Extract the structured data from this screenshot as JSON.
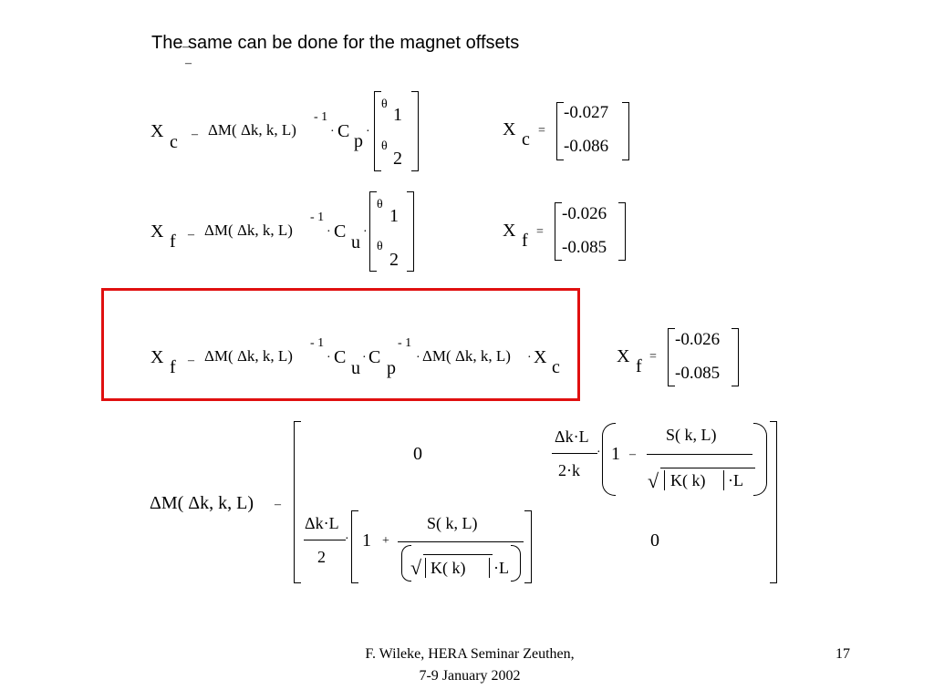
{
  "slide": {
    "heading": "The same can be done for the magnet offsets",
    "heading_mark": "–",
    "heading_mark2": "–"
  },
  "eq1": {
    "X": "X",
    "sub": "c",
    "op": "–",
    "body": "ΔM( Δk, k, L)",
    "exp": "- 1",
    "dot": "·",
    "C": "C",
    "csub": "p",
    "dot2": "·",
    "theta": "θ",
    "v1": "1",
    "v2": "2",
    "rhs_X": "X",
    "rhs_sub": "c",
    "rhs_eq": "=",
    "r1": "-0.027",
    "r2": "-0.086"
  },
  "eq2": {
    "X": "X",
    "sub": "f",
    "op": "–",
    "body": "ΔM( Δk, k, L)",
    "exp": "- 1",
    "dot": "·",
    "C": "C",
    "csub": "u",
    "dot2": "·",
    "theta": "θ",
    "v1": "1",
    "v2": "2",
    "rhs_X": "X",
    "rhs_sub": "f",
    "rhs_eq": "=",
    "r1": "-0.026",
    "r2": "-0.085"
  },
  "eq3": {
    "X": "X",
    "sub": "f",
    "op": "–",
    "body": "ΔM( Δk, k, L)",
    "exp1": "- 1",
    "dot": "·",
    "C1": "C",
    "c1sub": "u",
    "dot2": "·",
    "C2": "C",
    "c2sub": "p",
    "exp2": "- 1",
    "dot3": "·",
    "body2": "ΔM( Δk, k, L)",
    "dot4": "·",
    "X2": "X",
    "x2sub": "c",
    "rhs_X": "X",
    "rhs_sub": "f",
    "rhs_eq": "=",
    "r1": "-0.026",
    "r2": "-0.085"
  },
  "eq4": {
    "lhs": "ΔM( Δk, k, L)",
    "op": "–",
    "a11": "0",
    "a12_num": "Δk·L",
    "a12_den": "2·k",
    "a12_dot": "·",
    "a12_one": "1",
    "a12_minus": "–",
    "a12_S": "S( k, L)",
    "a12_K": "K( k)",
    "a12_L": "·L",
    "a21_num": "Δk·L",
    "a21_den": "2",
    "a21_dot": "·",
    "a21_one": "1",
    "a21_plus": "+",
    "a21_S": "S( k, L)",
    "a21_K": "K( k)",
    "a21_L": "·L",
    "a22": "0"
  },
  "footer": {
    "line1": "F. Wileke, HERA Seminar Zeuthen,",
    "line2": "7-9 January 2002",
    "page": "17"
  }
}
